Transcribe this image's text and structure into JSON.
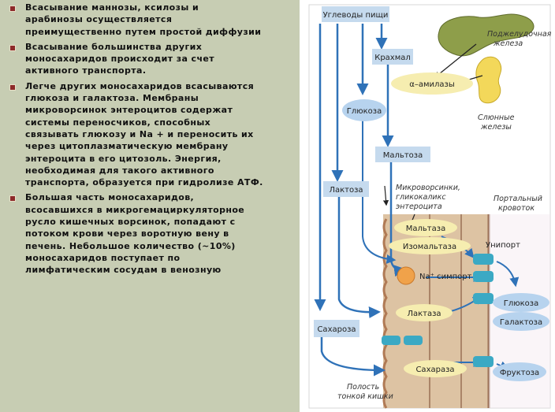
{
  "bullets": [
    {
      "lines": [
        "Всасывание маннозы, ксилозы и",
        "арабинозы осуществляется",
        "преимущественно путем простой диффузии"
      ]
    },
    {
      "lines": [
        "Всасывание большинства других",
        "моносахаридов происходит за счет",
        "активного транспорта."
      ]
    },
    {
      "lines": [
        "Легче других моносахаридов всасываются",
        "глюкоза и галактоза. Мембраны",
        "микроворсинок энтероцитов содержат",
        "системы переносчиков, способных",
        "связывать глюкозу и Na + и переносить их",
        "через цитоплазматическую мембрану",
        "энтероцита в его цитозоль. Энергия,",
        "необходимая для такого активного",
        "транспорта, образуется при гидролизе АТФ."
      ]
    },
    {
      "lines": [
        "Большая часть моносахаридов,",
        "всосавшихся в микрогемациркуляторное",
        "русло кишечных ворсинок, попадают с",
        "потоком крови через воротную вену в",
        "печень. Небольшое количество (~10%)",
        "моносахаридов поступает по",
        "лимфатическим сосудам в венозную"
      ]
    }
  ],
  "diagram": {
    "food_carbs": "Углеводы пищи",
    "pancreas_1": "Поджелудочная",
    "pancreas_2": "железа",
    "starch": "Крахмал",
    "amylase": "α–амилазы",
    "salivary_1": "Слюнные",
    "salivary_2": "железы",
    "glucose_top": "Глюкоза",
    "maltose_top": "Мальтоза",
    "lactose_left": "Лактоза",
    "microvilli_1": "Микроворсинки,",
    "microvilli_2": "гликокаликс",
    "microvilli_3": "энтероцита",
    "portal_1": "Портальный",
    "portal_2": "кровоток",
    "maltase": "Мальтаза",
    "isomaltase": "Изомальтаза",
    "uniport": "Унипорт",
    "na_symport": "Na⁺ симпорт",
    "glucose_out": "Глюкоза",
    "galactose_out": "Галактоза",
    "lactase": "Лактаза",
    "sucrose_left": "Сахароза",
    "sucrase": "Сахараза",
    "fructose_out": "Фруктоза",
    "lumen_1": "Полость",
    "lumen_2": "тонкой кишки"
  },
  "colors": {
    "text_panel_bg": "#c7cdb3",
    "bullet_marker": "#8d2a2a",
    "arrow_blue": "#2f72b8",
    "label_box_blue": "#c5daee",
    "oval_blue": "#b7d3ee",
    "enzyme_yellow": "#f6edb0",
    "salivary_yellow": "#f3d85a",
    "pancreas_green": "#8e9e4a",
    "epithelium_tan": "#ddc3a3",
    "cell_border": "#9a6f55",
    "na_symport_orange": "#f0a24a",
    "transporter_teal": "#3ba9c4"
  }
}
